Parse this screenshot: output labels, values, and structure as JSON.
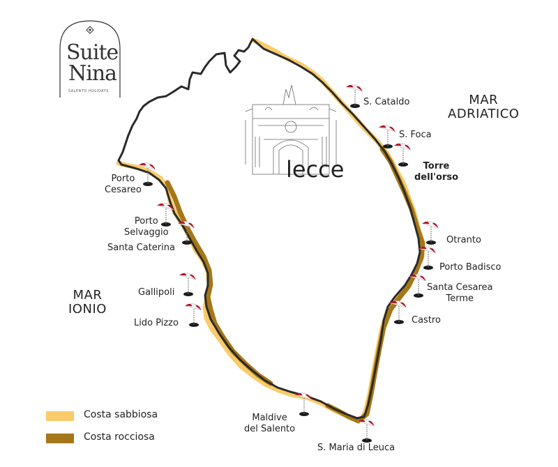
{
  "brand": {
    "name_line1": "Suite",
    "name_line2": "Nina",
    "tagline": "SALENTO HOLIDAYS"
  },
  "seas": {
    "adriatic": [
      "MAR",
      "ADRIATICO"
    ],
    "ionian": [
      "MAR",
      "IONIO"
    ]
  },
  "city": "lecce",
  "places": {
    "s_cataldo": "S. Cataldo",
    "s_foca": "S. Foca",
    "torre_orso": [
      "Torre",
      "dell'orso"
    ],
    "otranto": "Otranto",
    "porto_badisco": "Porto Badisco",
    "santa_cesarea": [
      "Santa Cesarea",
      "Terme"
    ],
    "castro": "Castro",
    "leuca": "S. Maria di Leuca",
    "maldive": [
      "Maldive",
      "del Salento"
    ],
    "lido_pizzo": "Lido Pizzo",
    "gallipoli": "Gallipoli",
    "santa_caterina": "Santa Caterina",
    "porto_selvaggio": [
      "Porto",
      "Selvaggio"
    ],
    "porto_cesareo": [
      "Porto",
      "Cesareo"
    ]
  },
  "legend": {
    "sandy": {
      "label": "Costa sabbiosa",
      "color": "#F9CB6A"
    },
    "rocky": {
      "label": "Costa rocciosa",
      "color": "#A57718"
    }
  },
  "colors": {
    "outline": "#2a2a2a",
    "umbrella_red": "#B3132A",
    "umbrella_white": "#F4F4F4",
    "shadow": "#1a1a1a"
  },
  "icons": [
    "beach-umbrella-icon",
    "lecce-cathedral-sketch"
  ]
}
